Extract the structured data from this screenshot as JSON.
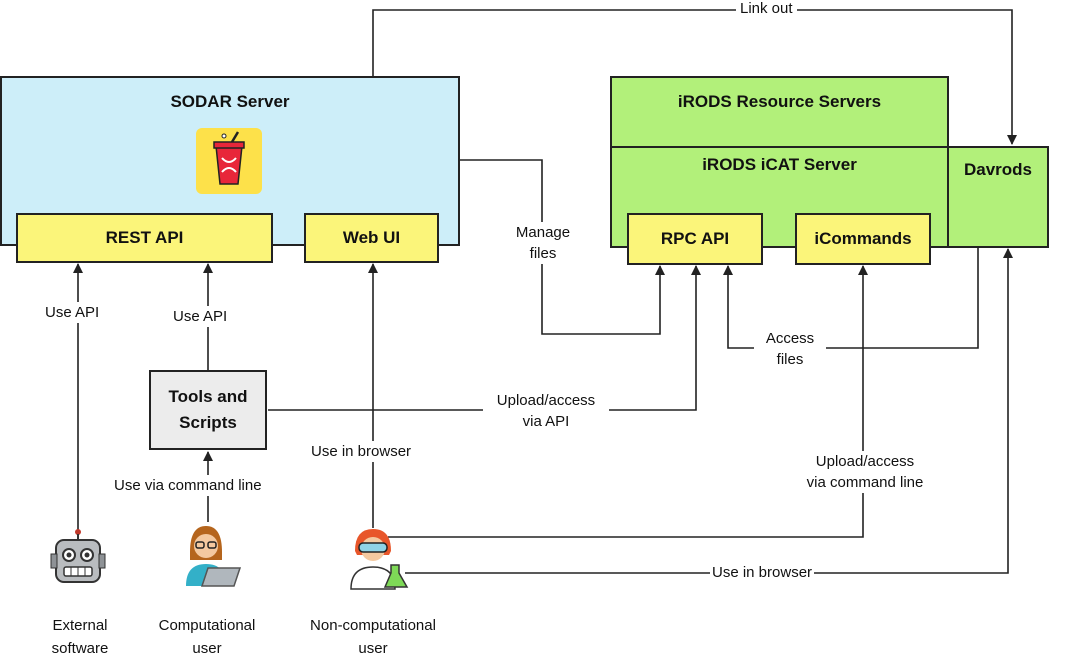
{
  "servers": {
    "sodar": "SODAR Server",
    "rest_api": "REST API",
    "web_ui": "Web UI",
    "irods_resource": "iRODS Resource Servers",
    "irods_icat": "iRODS iCAT Server",
    "rpc_api": "RPC API",
    "icommands": "iCommands",
    "davrods": "Davrods"
  },
  "tools": {
    "line1": "Tools and",
    "line2": "Scripts"
  },
  "edges": {
    "link_out": "Link out",
    "manage_files_1": "Manage",
    "manage_files_2": "files",
    "use_api_1": "Use API",
    "use_api_2": "Use API",
    "use_via_cmd": "Use via command line",
    "use_in_browser_1": "Use in browser",
    "upload_api_1": "Upload/access",
    "upload_api_2": "via API",
    "access_files_1": "Access",
    "access_files_2": "files",
    "upload_cmd_1": "Upload/access",
    "upload_cmd_2": "via command line",
    "use_in_browser_2": "Use in browser"
  },
  "personas": {
    "external_1": "External",
    "external_2": "software",
    "computational_1": "Computational",
    "computational_2": "user",
    "noncomputational_1": "Non-computational",
    "noncomputational_2": "user"
  },
  "icons": [
    "sodar-logo-icon",
    "robot-icon",
    "computational-user-icon",
    "scientist-icon"
  ]
}
